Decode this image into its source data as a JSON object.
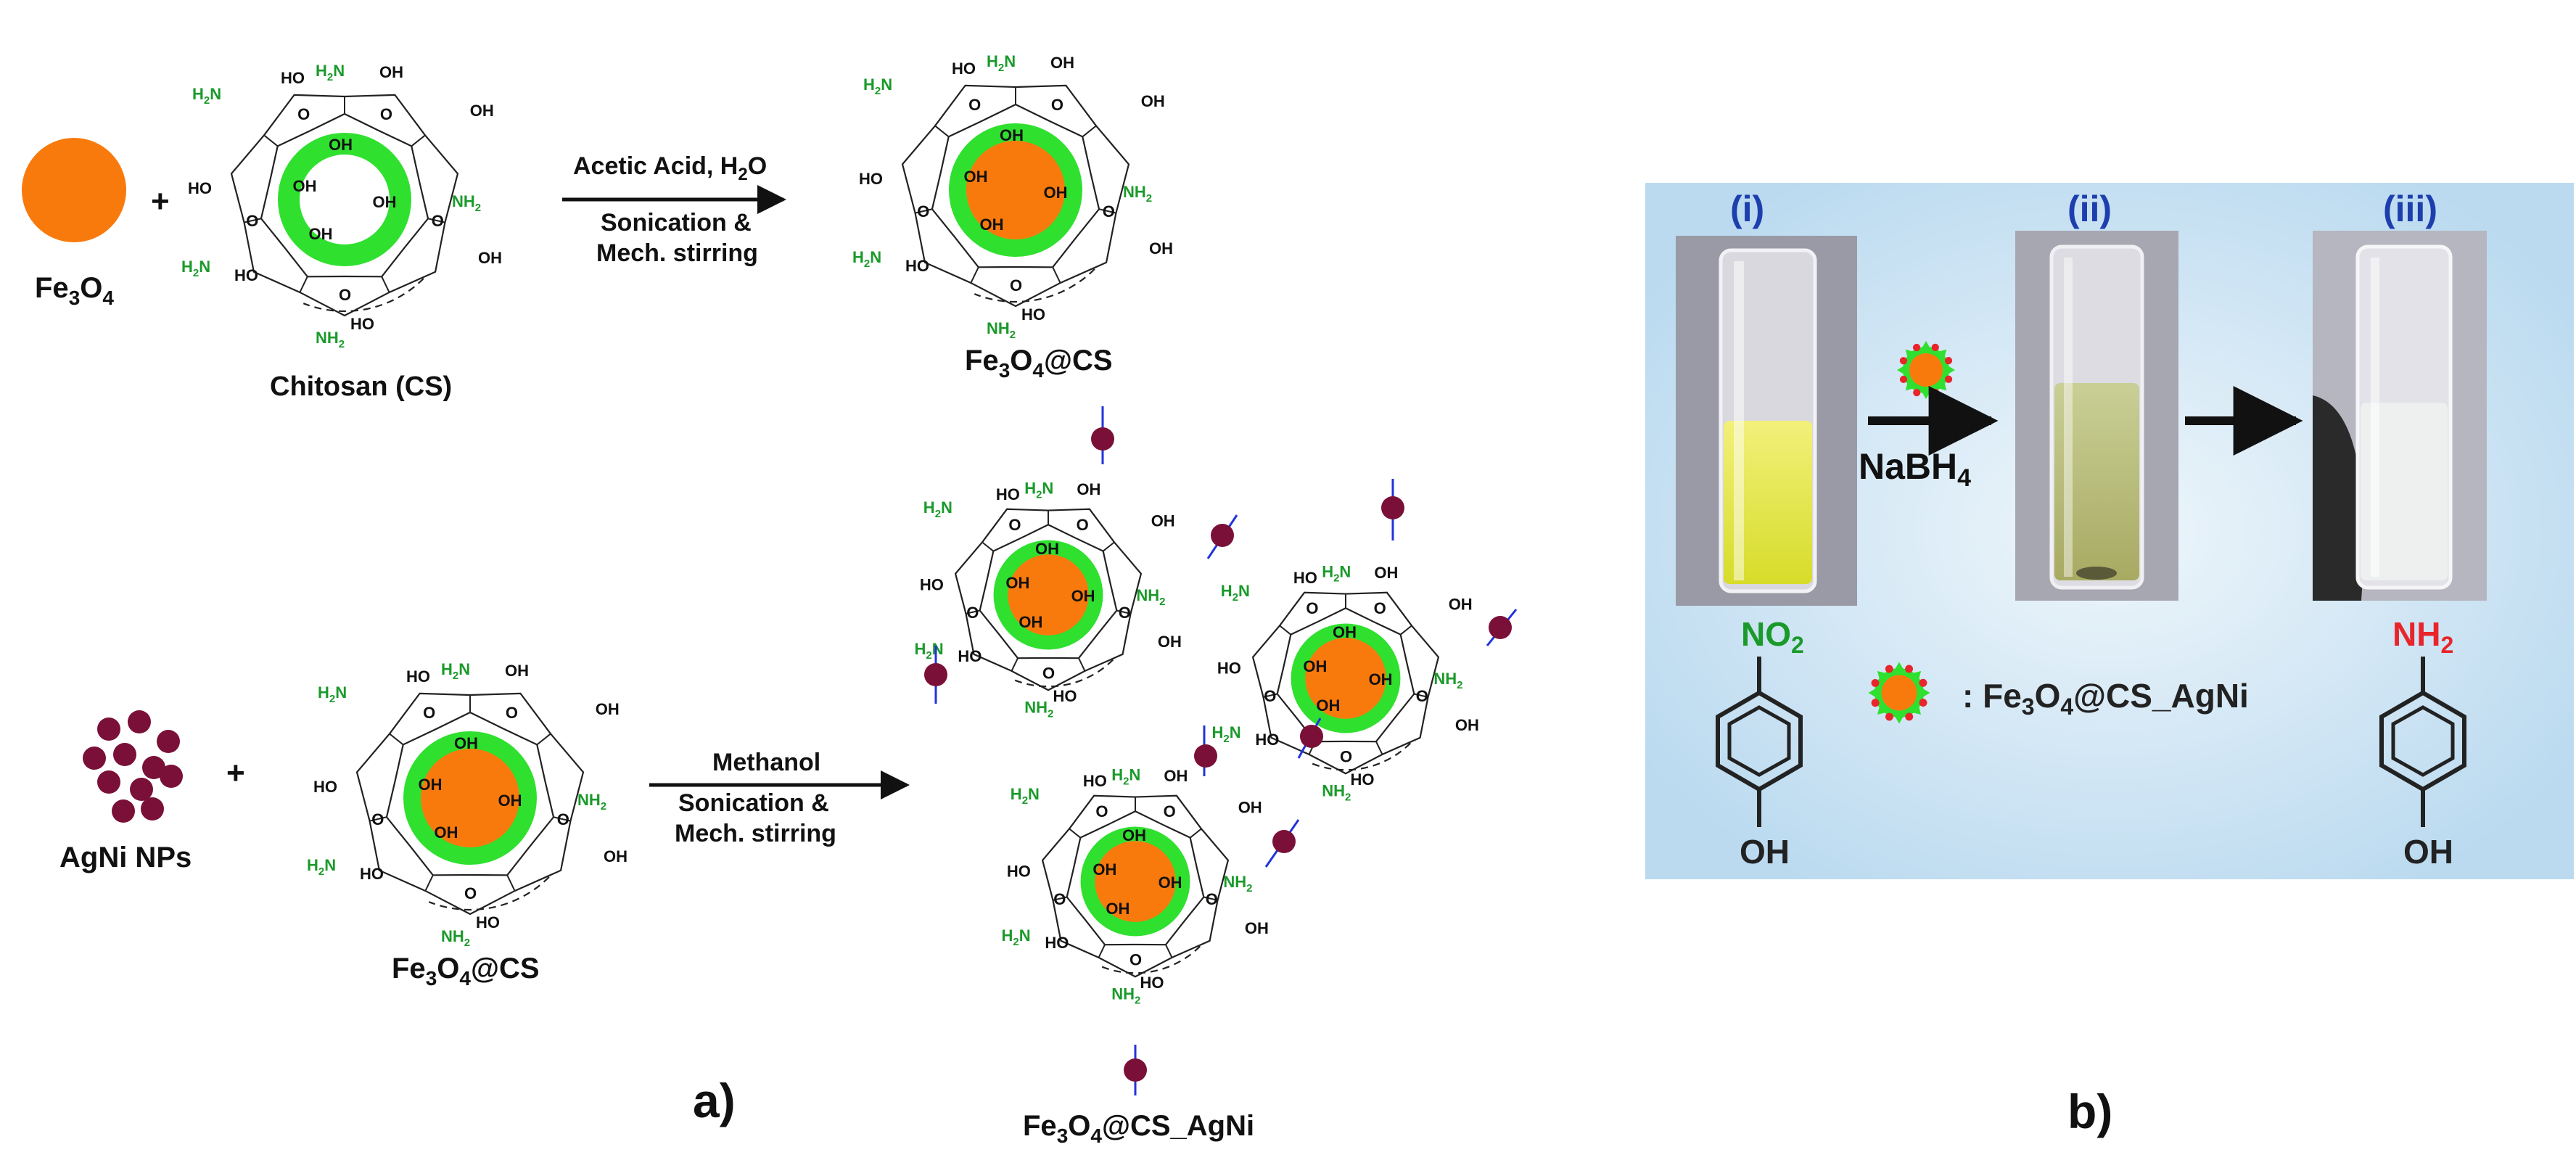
{
  "colors": {
    "iron_oxide": "#f97a0c",
    "chitosan_ring": "#2fe02f",
    "nanoparticle": "#7a1038",
    "amine_green": "#1a9a2a",
    "amine_red": "#e8252b",
    "linker_blue": "#2233dd",
    "panel_b_bg": "#d6e9f5",
    "vial_label_blue": "#1d3fae"
  },
  "panel_a": {
    "label": "a)",
    "fe3o4": {
      "label_main": "Fe",
      "label_sub1": "3",
      "label_mid": "O",
      "label_sub2": "4"
    },
    "plus_sign": "+",
    "chitosan_label": "Chitosan (CS)",
    "step1_conditions": {
      "line1_main": "Acetic Acid, H",
      "line1_sub": "2",
      "line1_end": "O",
      "line2": "Sonication &",
      "line3": "Mech. stirring"
    },
    "fe3o4_cs_label": {
      "main": "Fe",
      "sub1": "3",
      "mid": "O",
      "sub2": "4",
      "end": "@CS"
    },
    "agni_label": "AgNi NPs",
    "step2_conditions": {
      "line1": "Methanol",
      "line2": "Sonication &",
      "line3": "Mech. stirring"
    },
    "product_label": {
      "main": "Fe",
      "sub1": "3",
      "mid": "O",
      "sub2": "4",
      "end": "@CS_AgNi"
    },
    "ring_groups": {
      "oh": "HO",
      "oh2": "OH",
      "o": "O",
      "nh2_main": "NH",
      "nh2_sub": "2",
      "h2n_main": "H",
      "h2n_sub": "2",
      "h2n_end": "N"
    }
  },
  "panel_b": {
    "label": "b)",
    "vials": [
      "(i)",
      "(ii)",
      "(iii)"
    ],
    "reagent": {
      "main": "NaBH",
      "sub": "4"
    },
    "legend_text": {
      "prefix": ": Fe",
      "sub1": "3",
      "mid": "O",
      "sub2": "4",
      "end": "@CS_AgNi"
    },
    "reactant_group": {
      "main": "NO",
      "sub": "2"
    },
    "product_group": {
      "main": "NH",
      "sub": "2"
    },
    "hydroxyl": "OH"
  }
}
